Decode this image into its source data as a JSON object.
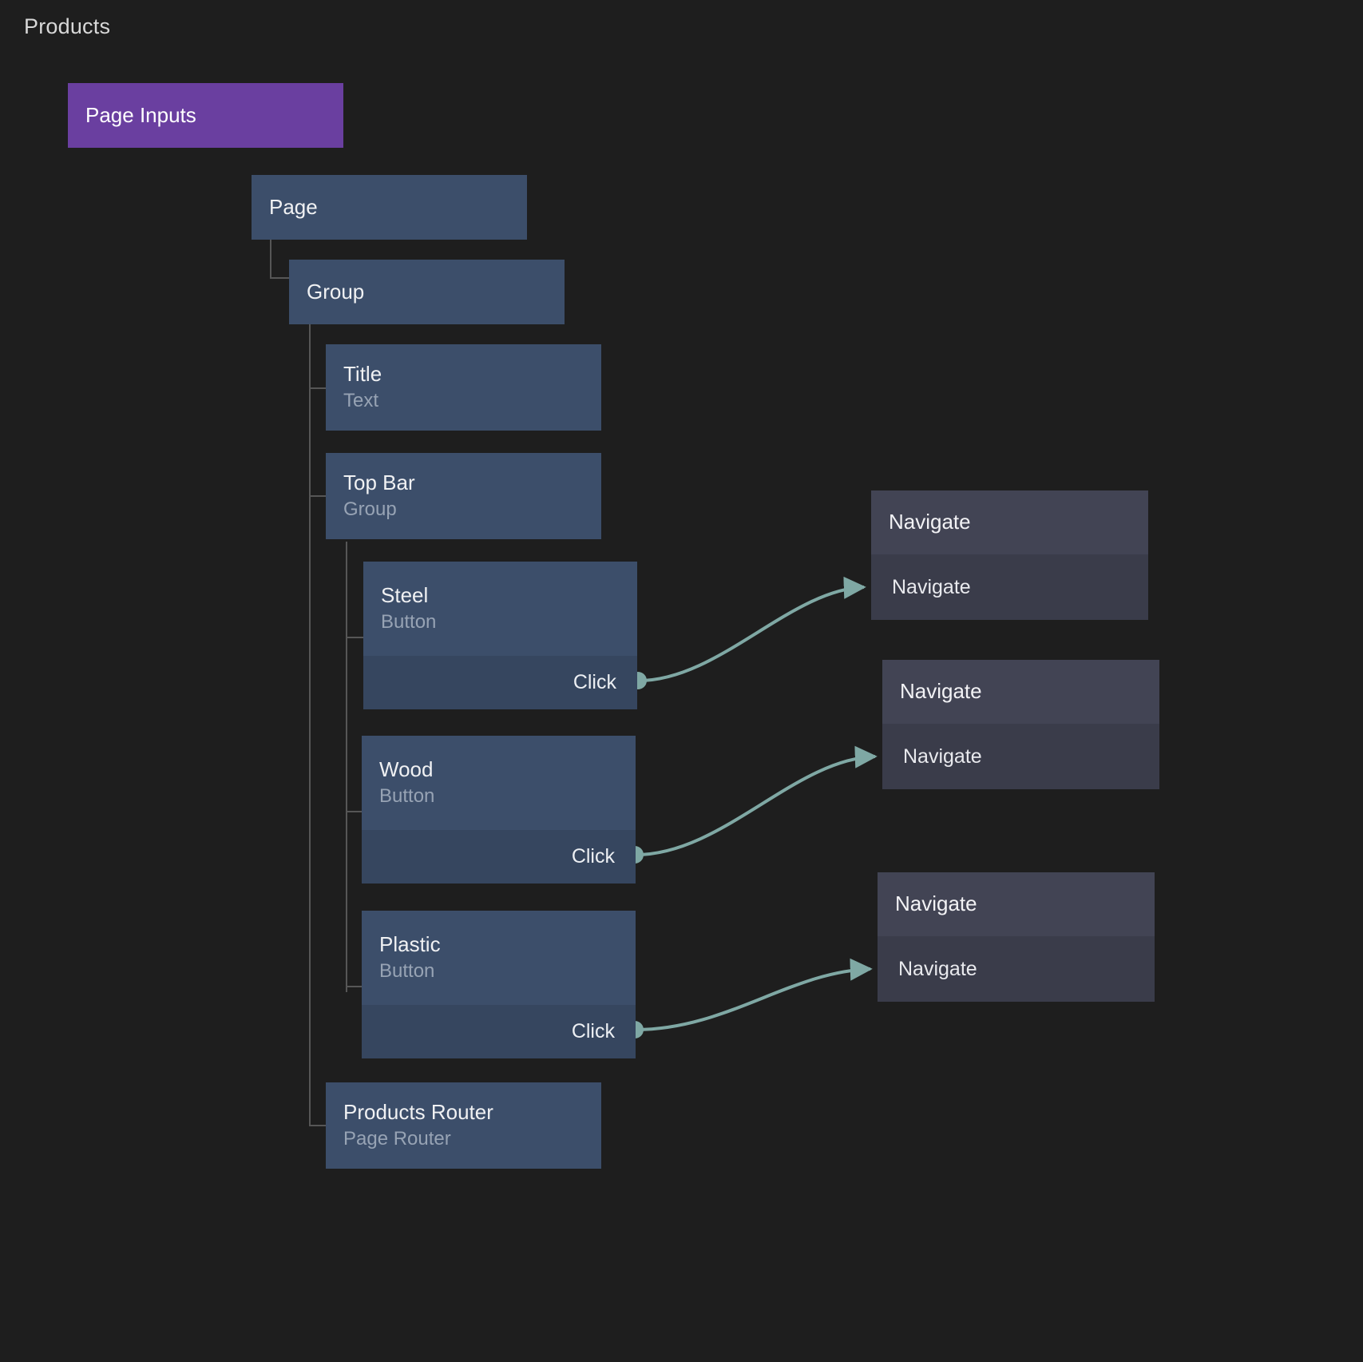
{
  "page": {
    "title": "Products",
    "background": "#1e1e1e"
  },
  "colors": {
    "node_header": "#3c4e6a",
    "node_event_row": "#36465f",
    "page_inputs": "#6a3fa0",
    "action_header": "#424454",
    "action_row": "#3a3c4a",
    "edge": "#7fa8a4",
    "tree_line": "#565656"
  },
  "tree": {
    "page_inputs": {
      "label": "Page Inputs"
    },
    "page": {
      "label": "Page"
    },
    "group": {
      "label": "Group"
    },
    "title_node": {
      "label": "Title",
      "type": "Text"
    },
    "top_bar": {
      "label": "Top Bar",
      "type": "Group"
    },
    "buttons": [
      {
        "label": "Steel",
        "type": "Button",
        "event": "Click"
      },
      {
        "label": "Wood",
        "type": "Button",
        "event": "Click"
      },
      {
        "label": "Plastic",
        "type": "Button",
        "event": "Click"
      }
    ],
    "router": {
      "label": "Products Router",
      "type": "Page Router"
    }
  },
  "actions": [
    {
      "title": "Navigate",
      "row": "Navigate"
    },
    {
      "title": "Navigate",
      "row": "Navigate"
    },
    {
      "title": "Navigate",
      "row": "Navigate"
    }
  ]
}
